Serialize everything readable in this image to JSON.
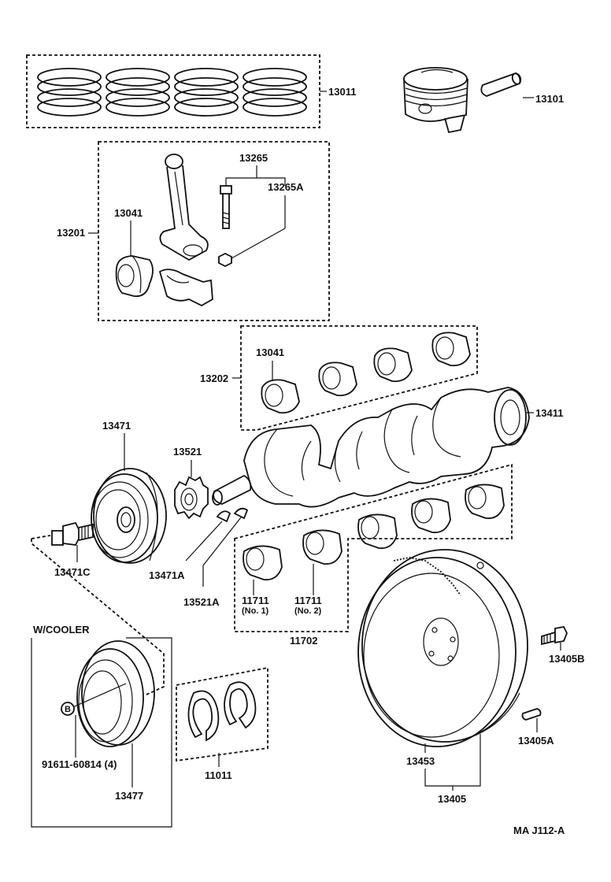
{
  "labels": {
    "piston_ring_set": "13011",
    "piston": "13101",
    "connecting_rod_bolt": "13265",
    "connecting_rod_nut": "13265A",
    "connecting_rod_bearing": "13041",
    "connecting_rod_assy": "13201",
    "main_bearing_upper": "13041",
    "main_bearing_set": "13202",
    "crankshaft": "13411",
    "crankshaft_pulley": "13471",
    "crankshaft_gear": "13521",
    "pulley_bolt": "13471C",
    "pulley_key": "13471A",
    "gear_key": "13521A",
    "main_bearing_no1": "11711",
    "main_bearing_no1_sub": "(No. 1)",
    "main_bearing_no2": "11711",
    "main_bearing_no2_sub": "(No. 2)",
    "main_bearing_set_lower": "11702",
    "w_cooler": "W/COOLER",
    "bolt_marker": "B",
    "cooler_bolt": "91611-60814 (4)",
    "cooler_pulley": "13477",
    "thrust_washer": "11011",
    "flywheel": "13453",
    "flywheel_assy": "13405",
    "flywheel_bolt": "13405B",
    "flywheel_pin": "13405A",
    "diagram_code": "MA  J112-A"
  }
}
